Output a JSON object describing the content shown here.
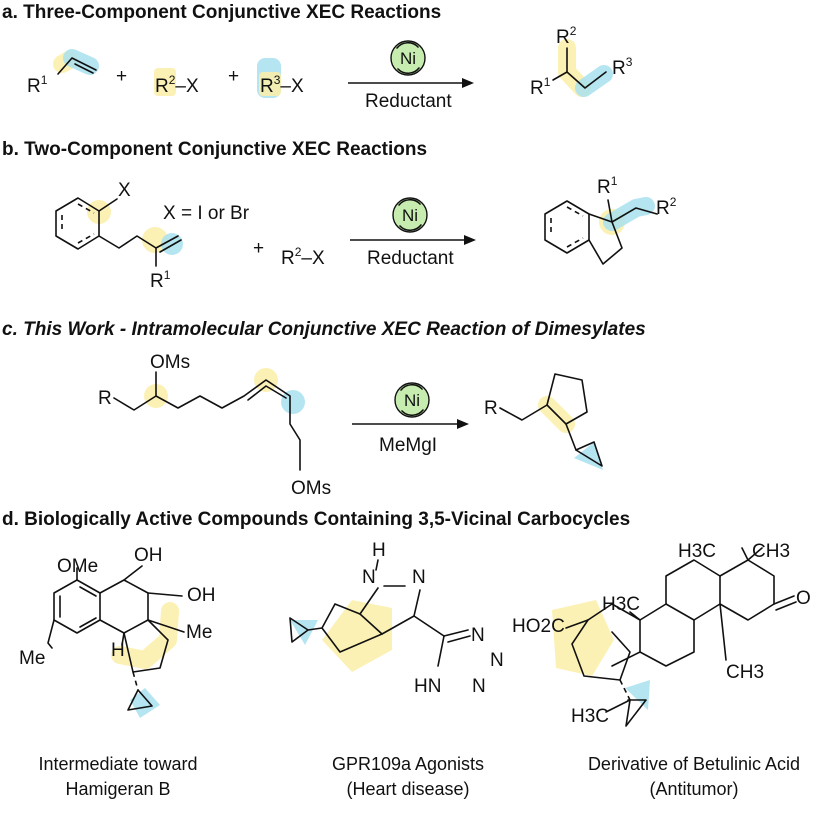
{
  "sections": {
    "a": {
      "title": "a. Three-Component Conjunctive XEC Reactions",
      "r1": "R",
      "r1_sup": "1",
      "plus1": "+",
      "r2": "R",
      "r2_sup": "2",
      "r2_x": "–X",
      "plus2": "+",
      "r3": "R",
      "r3_sup": "3",
      "r3_x": "–X",
      "catalyst": "Ni",
      "reagent": "Reductant",
      "p_r1": "R",
      "p_r1_sup": "1",
      "p_r2": "R",
      "p_r2_sup": "2",
      "p_r3": "R",
      "p_r3_sup": "3"
    },
    "b": {
      "title": "b. Two-Component Conjunctive XEC Reactions",
      "x": "X",
      "x_def": "X = I or Br",
      "r1": "R",
      "r1_sup": "1",
      "plus": "+",
      "r2": "R",
      "r2_sup": "2",
      "r2_x": "–X",
      "catalyst": "Ni",
      "reagent": "Reductant",
      "p_r1": "R",
      "p_r1_sup": "1",
      "p_r2": "R",
      "p_r2_sup": "2"
    },
    "c": {
      "title": "c. This Work - Intramolecular Conjunctive XEC Reaction of Dimesylates",
      "r": "R",
      "oms_top": "OMs",
      "oms_bottom": "OMs",
      "catalyst": "Ni",
      "reagent": "MeMgI",
      "p_r": "R"
    },
    "d": {
      "title": "d. Biologically Active Compounds Containing 3,5-Vicinal Carbocycles",
      "cmpd1": {
        "ome": "OMe",
        "oh1": "OH",
        "oh2": "OH",
        "me_ring": "Me",
        "me_aryl": "Me",
        "h": "H",
        "caption1": "Intermediate toward",
        "caption2": "Hamigeran B"
      },
      "cmpd2": {
        "nh": "H",
        "n1": "N",
        "n2": "N",
        "tz_n": "N",
        "hn": "HN",
        "caption1": "GPR109a Agonists",
        "caption2": "(Heart disease)"
      },
      "cmpd3": {
        "h3c_top": "H3C",
        "ch3_top": "CH3",
        "o": "O",
        "h3c_mid": "H3C",
        "ch3_mid": "CH3",
        "ho2c": "HO2C",
        "h3c_bot": "H3C",
        "caption1": "Derivative of Betulinic Acid",
        "caption2": "(Antitumor)"
      }
    }
  },
  "colors": {
    "yellow_highlight": "#fbeea8",
    "blue_highlight": "#a8e0ee",
    "ni_green": "#c7ecb0"
  }
}
